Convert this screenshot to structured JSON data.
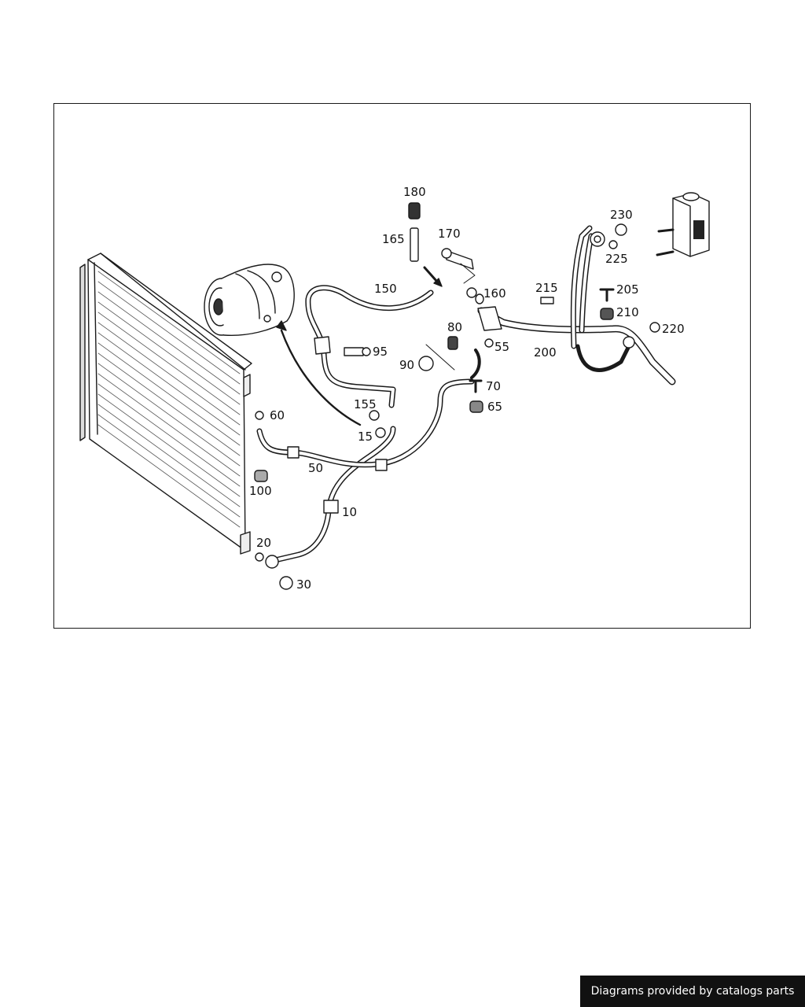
{
  "labels": [
    "180",
    "165",
    "170",
    "230",
    "225",
    "150",
    "160",
    "215",
    "205",
    "210",
    "220",
    "80",
    "95",
    "55",
    "200",
    "90",
    "70",
    "65",
    "155",
    "60",
    "15",
    "50",
    "100",
    "10",
    "20",
    "30"
  ],
  "footer": {
    "text": "Diagrams provided by catalogs parts"
  },
  "colors": {
    "line": "#1a1a1a",
    "background": "#ffffff",
    "footer_bg": "#111111"
  }
}
